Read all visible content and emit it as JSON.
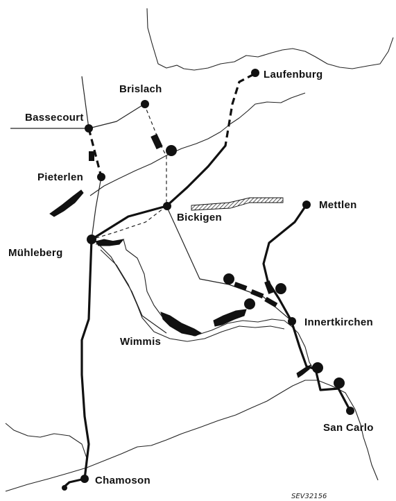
{
  "map": {
    "places": {
      "laufenburg": "Laufenburg",
      "brislach": "Brislach",
      "bassecourt": "Bassecourt",
      "pieterlen": "Pieterlen",
      "bickigen": "Bickigen",
      "mettlen": "Mettlen",
      "muehleberg": "Mühleberg",
      "innertkirchen": "Innertkirchen",
      "wimmis": "Wimmis",
      "san_carlo": "San Carlo",
      "chamoson": "Chamoson"
    },
    "figure_code": "SEV32156"
  }
}
